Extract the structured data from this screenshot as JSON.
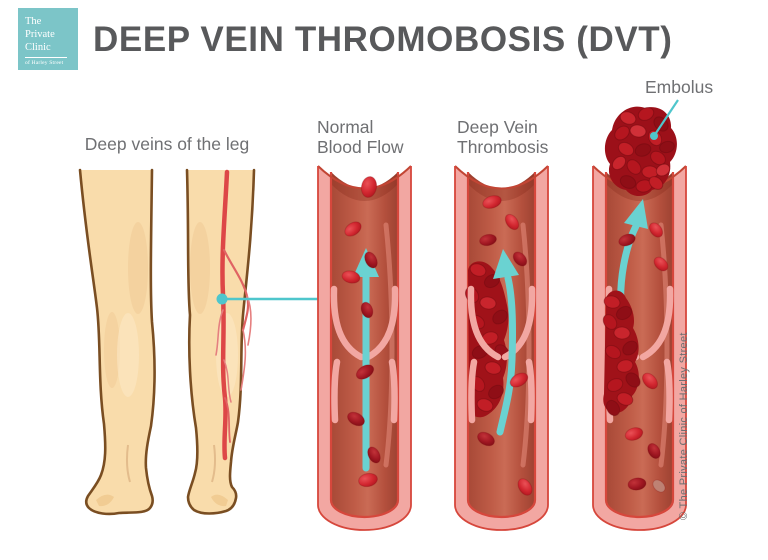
{
  "header": {
    "logo": {
      "name_lines": [
        "The",
        "Private",
        "Clinic"
      ],
      "tagline": "of Harley Street"
    },
    "title": "DEEP VEIN THROMOBOSIS (DVT)"
  },
  "labels": {
    "legs": "Deep veins of the leg",
    "normal_line1": "Normal",
    "normal_line2": "Blood Flow",
    "dvt_line1": "Deep Vein",
    "dvt_line2": "Thrombosis",
    "embolus": "Embolus"
  },
  "copyright": "© The Private Clinic of Harley Street",
  "icons": {
    "flow_arrow": "upward-teal-arrow",
    "embolus_pointer": "leader-line-with-dot",
    "leg_pointer": "leader-line-with-dot"
  },
  "colors": {
    "accent_teal": "#6ad2d1",
    "leader_teal": "#4fc6cc",
    "logo_teal": "#7cc5c8",
    "title_gray": "#58595b",
    "label_gray": "#6f7073",
    "vein_wall_pink": "#f2a7a2",
    "vein_wall_line": "#d6473c",
    "vein_interior": "#c4634e",
    "blood_cell_red": "#d22730",
    "blood_cell_dark": "#a01722",
    "clot_red": "#a01219",
    "skin": "#f9dcab",
    "skin_outline": "#7a4e22",
    "leg_vein_red": "#dd4747"
  }
}
